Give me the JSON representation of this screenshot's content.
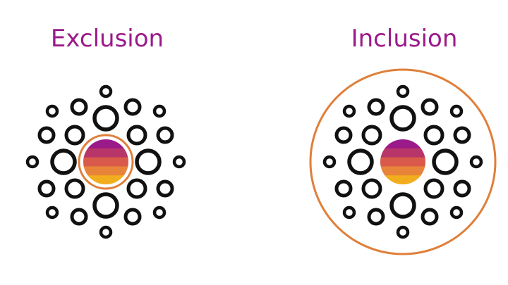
{
  "panels": [
    {
      "id": "exclusion",
      "title": "Exclusion",
      "boundary": "center-only"
    },
    {
      "id": "inclusion",
      "title": "Inclusion",
      "boundary": "whole-group"
    }
  ],
  "colors": {
    "title": "#9b1a8a",
    "ring_stroke": "#111111",
    "boundary": "#e07f3a",
    "center_stripes": [
      "#9b1a8a",
      "#b8356a",
      "#d95a4a",
      "#e8843a",
      "#f2ad1e"
    ]
  }
}
